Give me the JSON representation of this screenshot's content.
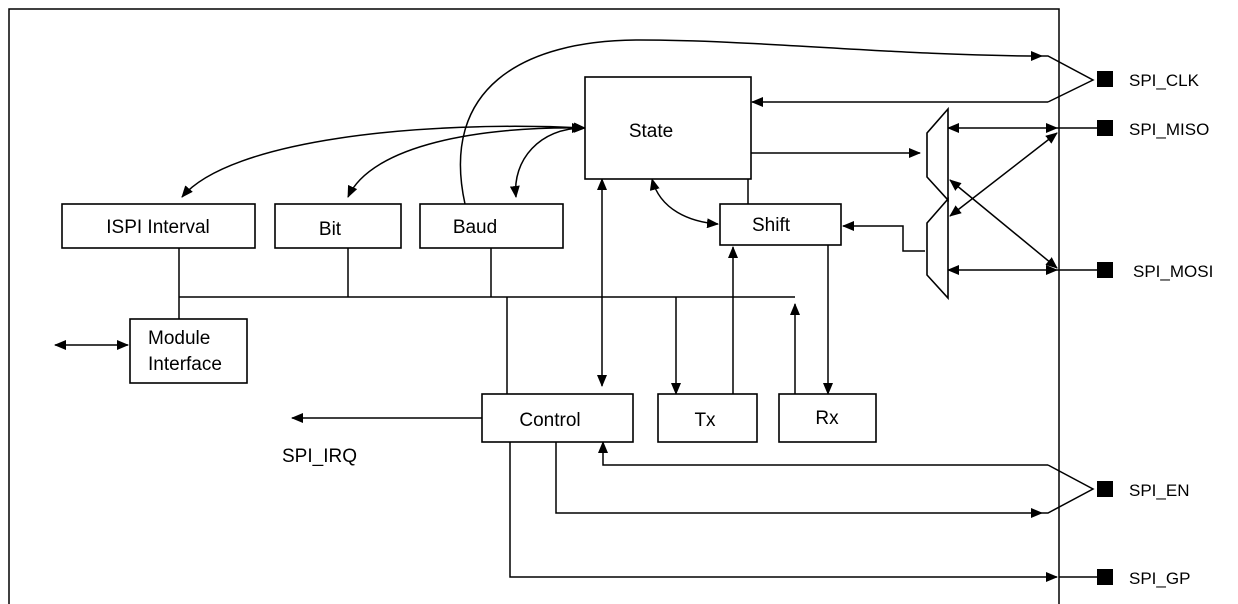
{
  "blocks": {
    "state": "State",
    "isp_interval": "ISPI Interval",
    "bit": "Bit",
    "baud": "Baud",
    "shift": "Shift",
    "module_interface_line1": "Module",
    "module_interface_line2": "Interface",
    "control": "Control",
    "tx": "Tx",
    "rx": "Rx"
  },
  "signals": {
    "spi_irq": "SPI_IRQ"
  },
  "pins": {
    "spi_clk": "SPI_CLK",
    "spi_miso": "SPI_MISO",
    "spi_mosi": "SPI_MOSI",
    "spi_en": "SPI_EN",
    "spi_gp": "SPI_GP"
  }
}
